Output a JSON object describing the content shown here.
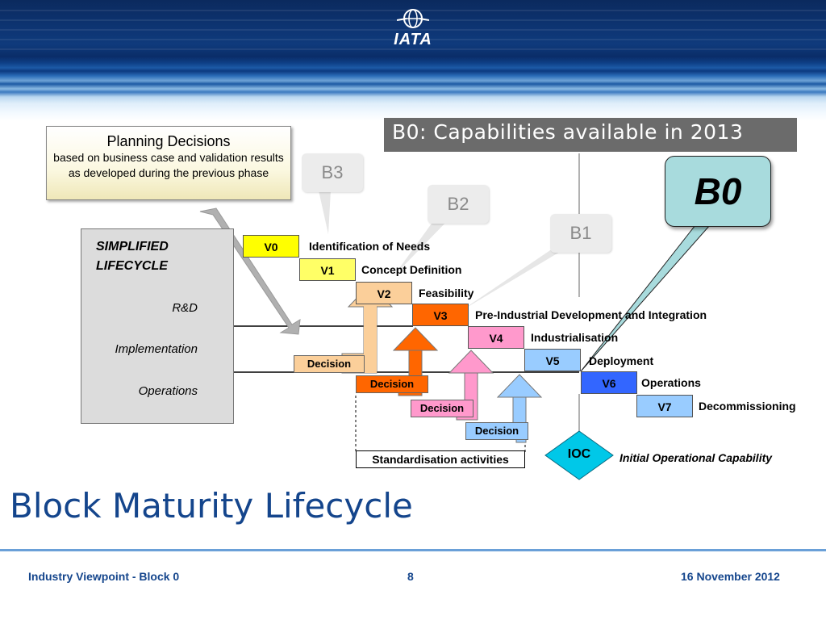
{
  "header": {
    "logo_text": "IATA"
  },
  "slide": {
    "title_bar": "B0: Capabilities available in 2013",
    "main_title": "Block Maturity Lifecycle"
  },
  "planning": {
    "title": "Planning Decisions",
    "subtitle": "based on business case and validation results as developed during the previous phase"
  },
  "lifecycle": {
    "title_line1": "SIMPLIFIED",
    "title_line2": "LIFECYCLE",
    "phases": [
      "R&D",
      "Implementation",
      "Operations"
    ]
  },
  "versions": [
    {
      "code": "V0",
      "desc": "Identification of Needs",
      "color": "#ffff00"
    },
    {
      "code": "V1",
      "desc": "Concept Definition",
      "color": "#ffff66"
    },
    {
      "code": "V2",
      "desc": "Feasibility",
      "color": "#fbcf9a"
    },
    {
      "code": "V3",
      "desc": "Pre-Industrial Development and Integration",
      "color": "#ff6600"
    },
    {
      "code": "V4",
      "desc": "Industrialisation",
      "color": "#ff99cc"
    },
    {
      "code": "V5",
      "desc": "Deployment",
      "color": "#99ccff"
    },
    {
      "code": "V6",
      "desc": "Operations",
      "color": "#3366ff"
    },
    {
      "code": "V7",
      "desc": "Decommissioning",
      "color": "#99ccff"
    }
  ],
  "callouts": {
    "b3": "B3",
    "b2": "B2",
    "b1": "B1",
    "b0": "B0"
  },
  "decisions": [
    "Decision",
    "Decision",
    "Decision",
    "Decision"
  ],
  "standardisation": "Standardisation activities",
  "ioc": {
    "label": "IOC",
    "desc": "Initial Operational Capability",
    "color": "#00c8e8"
  },
  "footer": {
    "left": "Industry Viewpoint - Block 0",
    "page": "8",
    "date": "16 November 2012"
  }
}
